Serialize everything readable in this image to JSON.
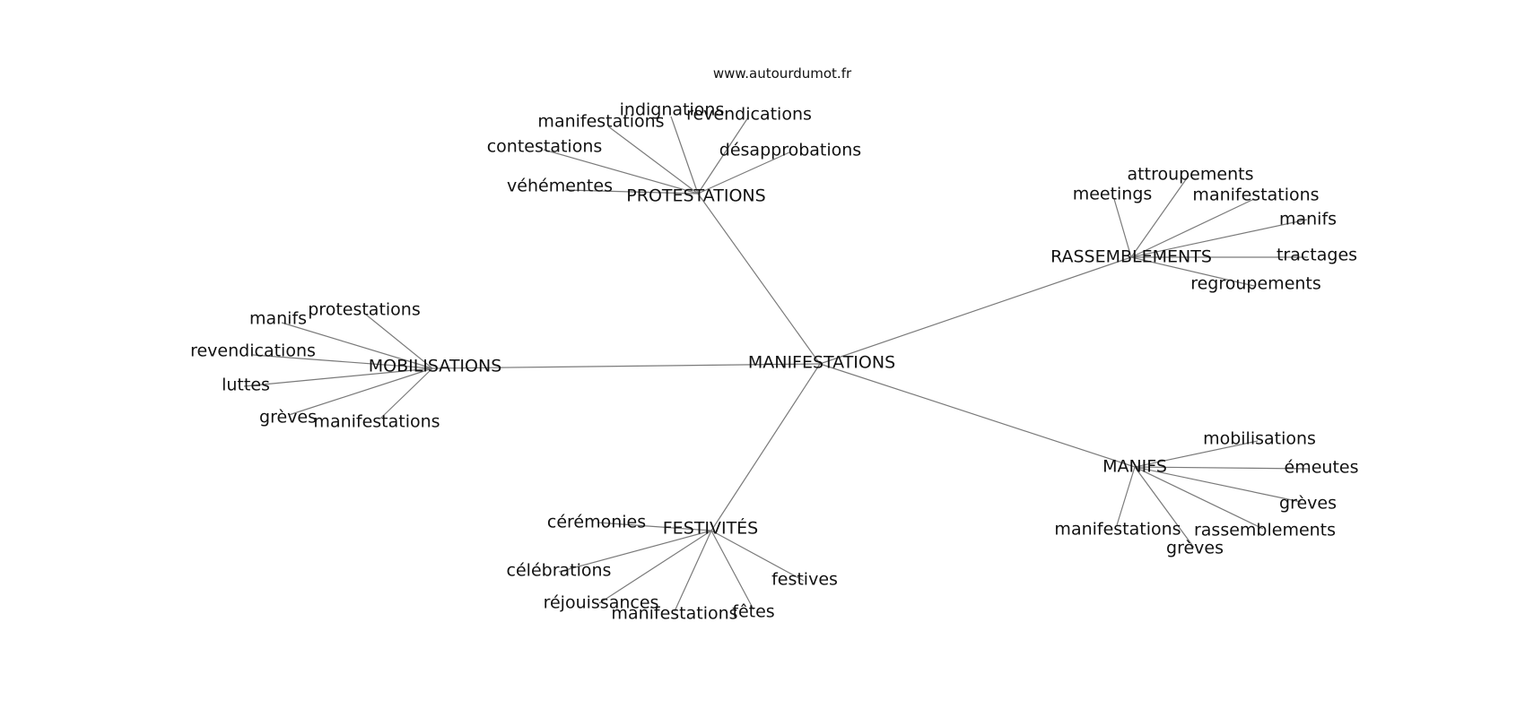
{
  "source": "www.autourdumot.fr",
  "root": "MANIFESTATIONS",
  "groups": [
    {
      "label": "PROTESTATIONS",
      "children": [
        "indignations",
        "manifestations",
        "revendications",
        "contestations",
        "désapprobations",
        "véhémentes"
      ]
    },
    {
      "label": "RASSEMBLEMENTS",
      "children": [
        "attroupements",
        "meetings",
        "manifestations",
        "manifs",
        "tractages",
        "regroupements"
      ]
    },
    {
      "label": "MOBILISATIONS",
      "children": [
        "protestations",
        "manifs",
        "revendications",
        "luttes",
        "grèves",
        "manifestations"
      ]
    },
    {
      "label": "MANIFS",
      "children": [
        "mobilisations",
        "émeutes",
        "grèves",
        "rassemblements",
        "manifestations",
        "grèves"
      ]
    },
    {
      "label": "FESTIVITÉS",
      "children": [
        "cérémonies",
        "célébrations",
        "réjouissances",
        "manifestations",
        "fêtes",
        "festives"
      ]
    }
  ]
}
